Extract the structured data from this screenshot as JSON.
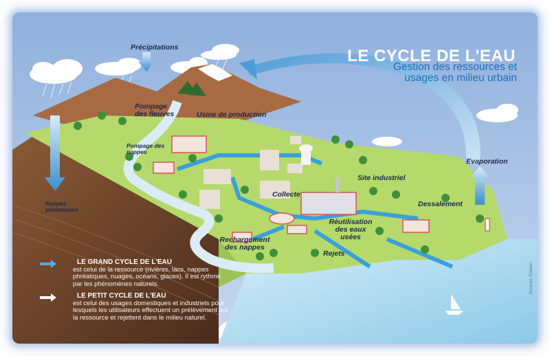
{
  "header": {
    "title": "LE CYCLE DE L'EAU",
    "subtitle": "Gestion des ressources et usages en milieu urbain"
  },
  "labels": {
    "precipitations": "Précipitations",
    "pompage_fleuves": "Pompage des fleuves",
    "usine": "Usine de production",
    "pompage_nappes": "Pompage des nappes",
    "nappes_phreatiques": "Nappes phréatiques",
    "site_industriel": "Site industriel",
    "collecte": "Collecte",
    "reutilisation": "Réutilisation des eaux usées",
    "dessalement": "Dessalement",
    "rechargement": "Rechargement des nappes",
    "rejets": "Rejets",
    "evaporation": "Evaporation"
  },
  "legend": {
    "grand_title": "LE GRAND CYCLE DE L'EAU",
    "grand_text": "est celui de la ressource (rivières, lacs, nappes phréatiques, nuages, océans, glaces). Il est rythmé par les phénomènes naturels.",
    "petit_title": "LE PETIT CYCLE DE L'EAU",
    "petit_text": "est celui des usages domestiques et industriels pour lesquels les utilisateurs effectuent un prélèvement sur la ressource et rejettent dans le milieu naturel."
  },
  "credit": "Nicolas Gobert",
  "colors": {
    "sky": "#a9c4e6",
    "land": "#b5d96a",
    "sea": "#bfe4f2",
    "earth": "#7a4a2e",
    "pipe": "#3aa0dc",
    "title_blue": "#1f6fb8",
    "legend_bg": "#3a2a22"
  }
}
